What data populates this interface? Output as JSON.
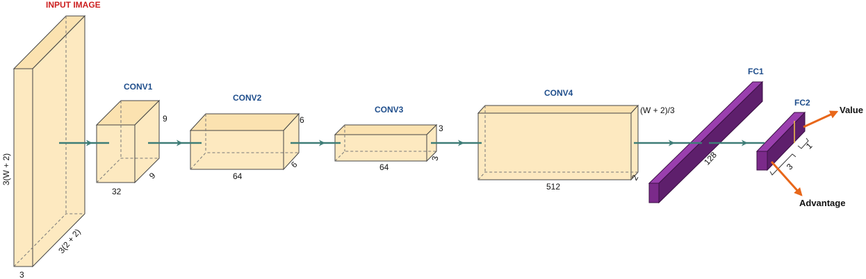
{
  "labels": {
    "input_title": "INPUT IMAGE",
    "conv1_title": "CONV1",
    "conv2_title": "CONV2",
    "conv3_title": "CONV3",
    "conv4_title": "CONV4",
    "fc1_title": "FC1",
    "fc2_title": "FC2",
    "value": "Value",
    "advantage": "Advantage"
  },
  "dims": {
    "input_height": "3(W + 2)",
    "input_depth": "3(2 + 2)",
    "input_width": "3",
    "conv1_height": "9",
    "conv1_depth": "9",
    "conv1_width": "32",
    "conv2_height": "6",
    "conv2_depth": "6",
    "conv2_width": "64",
    "conv3_height": "3",
    "conv3_depth": "3",
    "conv3_width": "64",
    "conv4_height": "(W + 2)/3",
    "conv4_depth": "2",
    "conv4_width": "512",
    "fc1_size": "128",
    "fc2_value_size": "1",
    "fc2_adv_size": "3"
  },
  "colors": {
    "box_fill": "#fde9c0",
    "box_top": "#fbe2b0",
    "box_stroke": "#444444",
    "fc_front": "#7b2a8a",
    "fc_top": "#9a3fae",
    "fc_side": "#5e1f6c",
    "arrow": "#3e7d77",
    "output_arrow": "#e8671a",
    "title_blue": "#1f4e8c",
    "title_red": "#cc1f1f"
  }
}
